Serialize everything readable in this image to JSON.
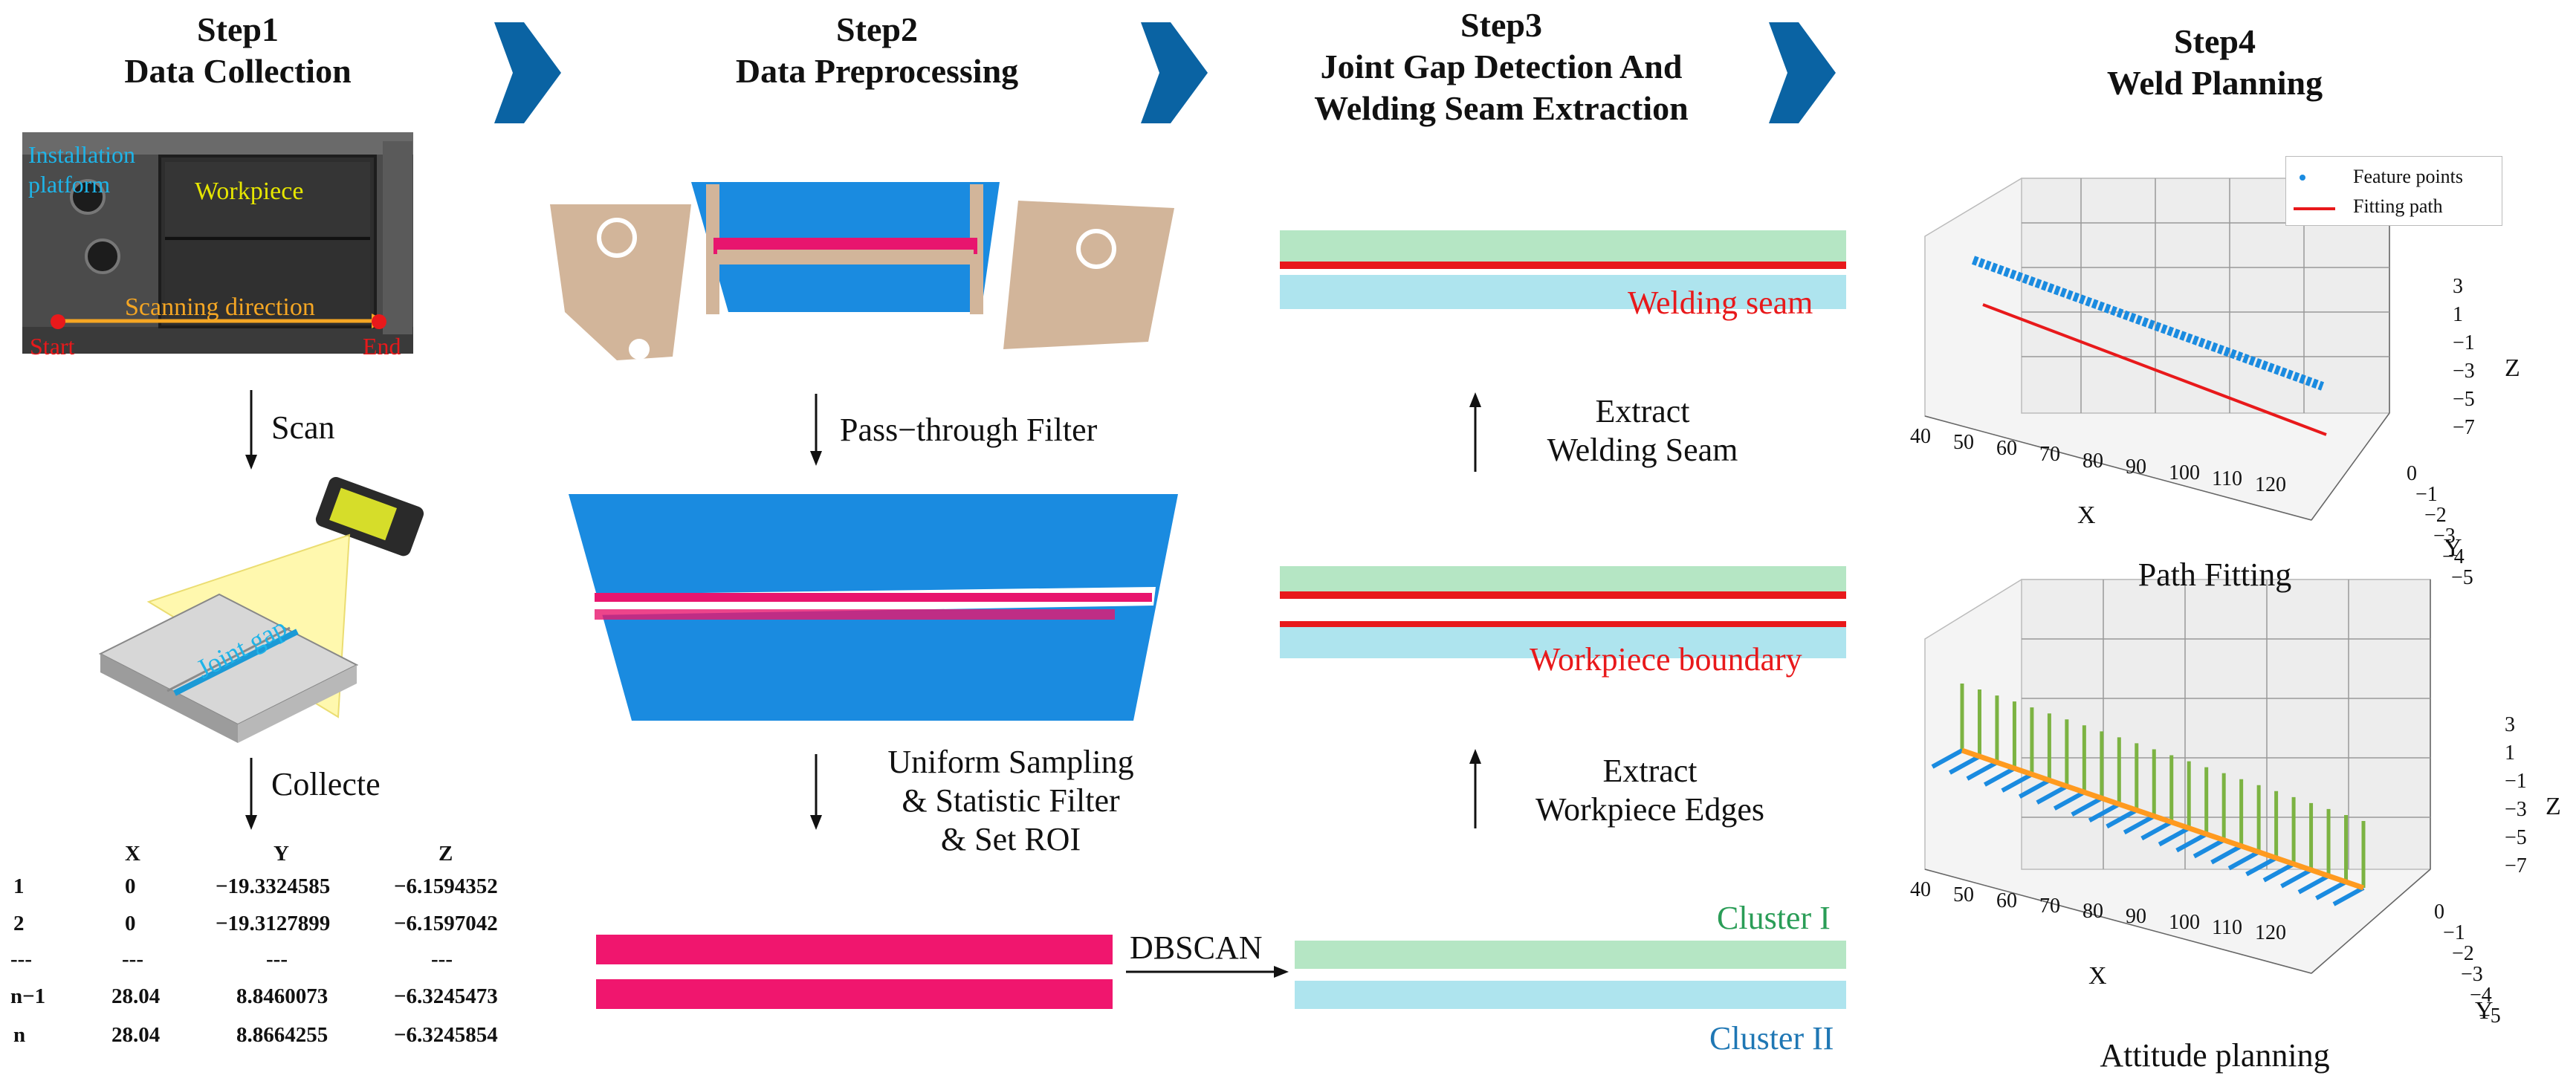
{
  "steps": [
    {
      "label": "Step1",
      "title": "Data Collection"
    },
    {
      "label": "Step2",
      "title": "Data Preprocessing"
    },
    {
      "label": "Step3",
      "title_line1": "Joint Gap Detection And",
      "title_line2": "Welding Seam Extraction"
    },
    {
      "label": "Step4",
      "title": "Weld Planning"
    }
  ],
  "step1": {
    "photo_labels": {
      "platform": "Installation platform",
      "workpiece": "Workpiece",
      "scan_direction": "Scanning direction",
      "start": "Start",
      "end": "End"
    },
    "scan_label": "Scan",
    "joint_gap_label": "Joint gap",
    "collect_label": "Collecte",
    "table": {
      "headers": [
        "",
        "X",
        "Y",
        "Z"
      ],
      "rows": [
        [
          "1",
          "0",
          "−19.3324585",
          "−6.1594352"
        ],
        [
          "2",
          "0",
          "−19.3127899",
          "−6.1597042"
        ],
        [
          "---",
          "---",
          "---",
          "---"
        ],
        [
          "n−1",
          "28.04",
          "8.8460073",
          "−6.3245473"
        ],
        [
          "n",
          "28.04",
          "8.8664255",
          "−6.3245854"
        ]
      ]
    }
  },
  "step2": {
    "filter_label": "Pass−through Filter",
    "sampling_line1": "Uniform Sampling",
    "sampling_line2": "& Statistic Filter",
    "sampling_line3": "& Set ROI",
    "dbscan_label": "DBSCAN"
  },
  "step3": {
    "welding_seam": "Welding seam",
    "extract_seam_line1": "Extract",
    "extract_seam_line2": "Welding Seam",
    "workpiece_boundary": "Workpiece boundary",
    "extract_edges_line1": "Extract",
    "extract_edges_line2": "Workpiece Edges",
    "cluster1": "Cluster I",
    "cluster2": "Cluster II"
  },
  "step4": {
    "legend": {
      "feature": "Feature points",
      "fitting": "Fitting path"
    },
    "path_caption": "Path Fitting",
    "attitude_caption": "Attitude planning",
    "axis_x": "X",
    "axis_y": "Y",
    "axis_z": "Z",
    "x_ticks": [
      "40",
      "50",
      "60",
      "70",
      "80",
      "90",
      "100",
      "110",
      "120"
    ],
    "y_ticks": [
      "0",
      "−1",
      "−2",
      "−3",
      "−4",
      "−5"
    ],
    "z_ticks": [
      "3",
      "1",
      "−1",
      "−3",
      "−5",
      "−7"
    ]
  },
  "colors": {
    "arrow_blue": "#0a63a3",
    "cloud_blue": "#1a8be0",
    "cloud_tan": "#d2b59a",
    "seam_magenta": "#e8156e",
    "seam_red": "#e8191b",
    "cluster_green": "#b5e6c4",
    "cluster_cyan": "#aee4ee",
    "orange_scan": "#f5a623",
    "label_cyan": "#1fb4e8",
    "label_yellow": "#e6e600",
    "cluster1_text": "#2a9d57",
    "cluster2_text": "#1f77b4",
    "pose_green": "#7cb342",
    "pose_orange": "#ff9a1f"
  }
}
